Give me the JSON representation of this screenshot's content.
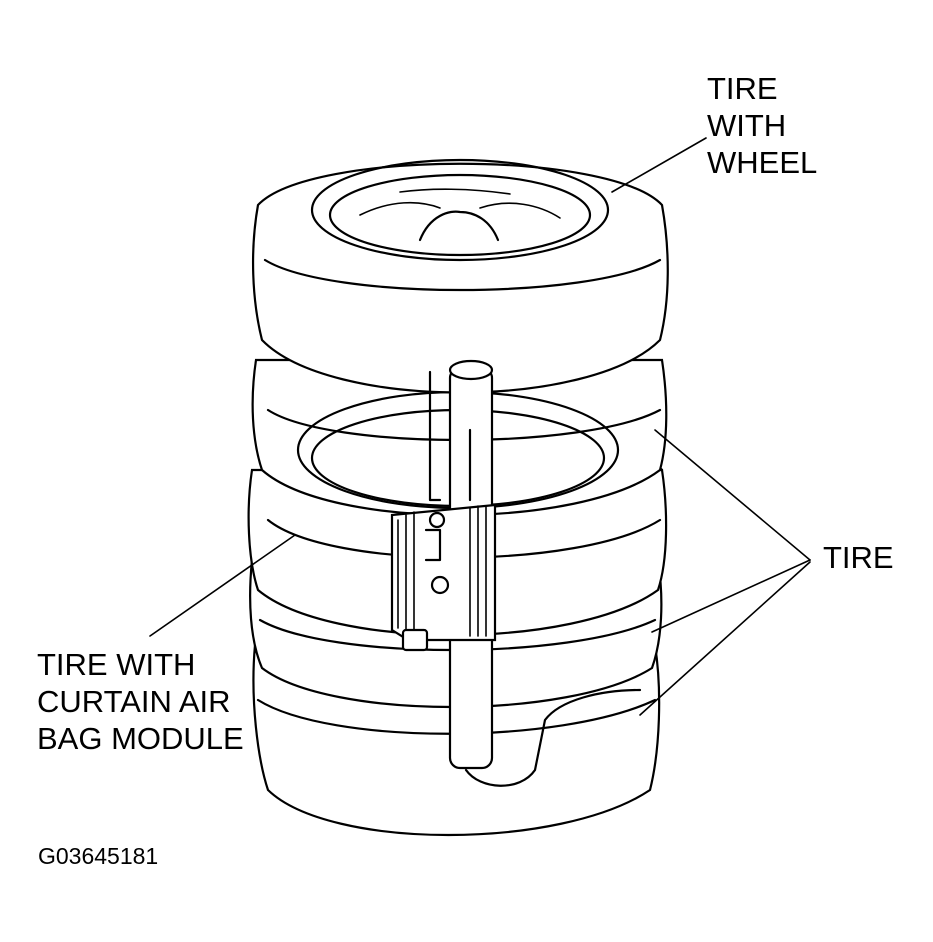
{
  "labels": {
    "tire_with_wheel": [
      "TIRE",
      "WITH",
      "WHEEL"
    ],
    "tire": "TIRE",
    "tire_with_curtain": [
      "TIRE WITH",
      "CURTAIN AIR",
      "BAG MODULE"
    ],
    "figure_code": "G03645181"
  },
  "colors": {
    "line": "#000000",
    "background": "#ffffff"
  },
  "icons": {
    "stack": "tire-stack-illustration"
  }
}
